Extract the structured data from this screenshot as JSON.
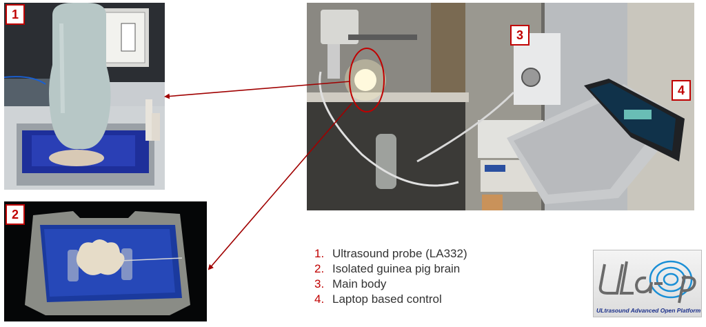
{
  "badges": {
    "b1": "1",
    "b2": "2",
    "b3": "3",
    "b4": "4"
  },
  "legend": [
    {
      "num": "1.",
      "text": "Ultrasound probe (LA332)"
    },
    {
      "num": "2.",
      "text": "Isolated guinea pig brain"
    },
    {
      "num": "3.",
      "text": "Main body"
    },
    {
      "num": "4.",
      "text": "Laptop based control"
    }
  ],
  "logo": {
    "wordmark": "ULA-OP",
    "tagline": "ULtrasound Advanced Open Platform"
  },
  "colors": {
    "accent": "#c00000",
    "legend_text": "#333333",
    "logo_blue": "#1a2f8a"
  }
}
